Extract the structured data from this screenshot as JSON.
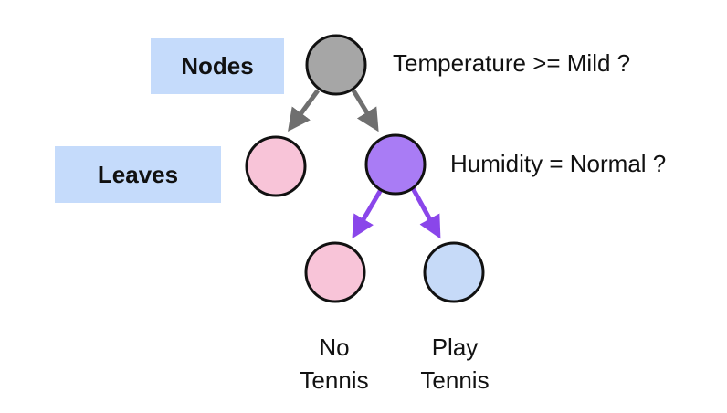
{
  "labels": {
    "nodes": "Nodes",
    "leaves": "Leaves"
  },
  "questions": {
    "root": "Temperature >= Mild ?",
    "inner": "Humidity = Normal ?"
  },
  "leaf_captions": {
    "no_tennis_line1": "No",
    "no_tennis_line2": "Tennis",
    "play_tennis_line1": "Play",
    "play_tennis_line2": "Tennis"
  },
  "colors": {
    "label_box_bg": "#c5dbfb",
    "root_node": "#a6a6a6",
    "inner_node": "#a97cf5",
    "pink_leaf": "#f8c4d8",
    "blue_leaf": "#c6daf8",
    "gray_arrow": "#6f6f6f",
    "purple_arrow": "#8a46ea"
  }
}
